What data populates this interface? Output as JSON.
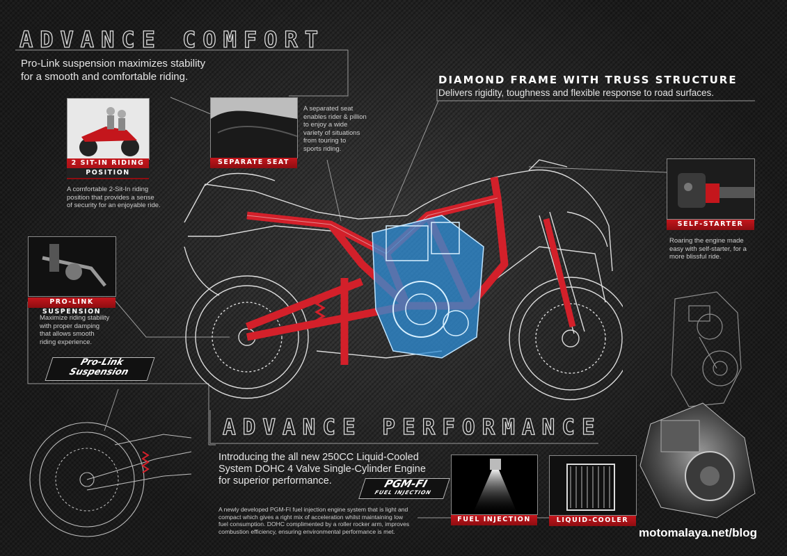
{
  "comfort": {
    "title": "ADVANCE COMFORT",
    "subtitle_line1": "Pro-Link suspension maximizes stability",
    "subtitle_line2": "for a smooth and comfortable riding."
  },
  "frame": {
    "title": "DIAMOND FRAME WITH TRUSS STRUCTURE",
    "desc": "Delivers rigidity, toughness and flexible response to road surfaces."
  },
  "riding_position": {
    "label_line1": "2 SIT-IN RIDING",
    "label_line2": "POSITION",
    "desc": [
      "A comfortable 2-Sit-In riding",
      "position that provides a sense",
      "of security for an enjoyable ride."
    ]
  },
  "separate_seat": {
    "label": "SEPARATE SEAT",
    "desc": [
      "A separated seat",
      "enables rider & pillion",
      "to enjoy a wide",
      "variety of situations",
      "from touring to",
      "sports riding."
    ]
  },
  "self_starter": {
    "label": "SELF-STARTER",
    "desc": [
      "Roaring the engine made",
      "easy with self-starter, for a",
      "more blissful ride."
    ]
  },
  "prolink": {
    "label": "PRO-LINK SUSPENSION",
    "desc": [
      "Maximize riding stability",
      "with proper damping",
      "that allows smooth",
      "riding experience."
    ],
    "badge_line1": "Pro-Link",
    "badge_line2": "Suspension"
  },
  "performance": {
    "title": "ADVANCE PERFORMANCE",
    "intro": [
      "Introducing the all new 250CC Liquid-Cooled",
      "System DOHC 4 Valve Single-Cylinder Engine",
      "for superior performance."
    ],
    "body": [
      "A newly developed PGM-FI fuel injection engine system that is light and",
      "compact which gives a right mix of acceleration whilst maintaining low",
      "fuel consumption. DOHC complimented by a roller rocker arm, improves",
      "combustion efficiency, ensuring environmental performance is met."
    ],
    "badge_line1": "PGM-FI",
    "badge_line2": "FUEL INJECTION"
  },
  "fuel_injection": {
    "label": "FUEL INJECTION"
  },
  "liquid_cooler": {
    "label": "LIQUID-COOLER"
  },
  "watermark": "motomalaya.net/blog",
  "colors": {
    "accent_red": "#c4161c",
    "frame_red": "#d3202a",
    "engine_blue": "#2f8fd8",
    "line_white": "#d9d9d9"
  }
}
